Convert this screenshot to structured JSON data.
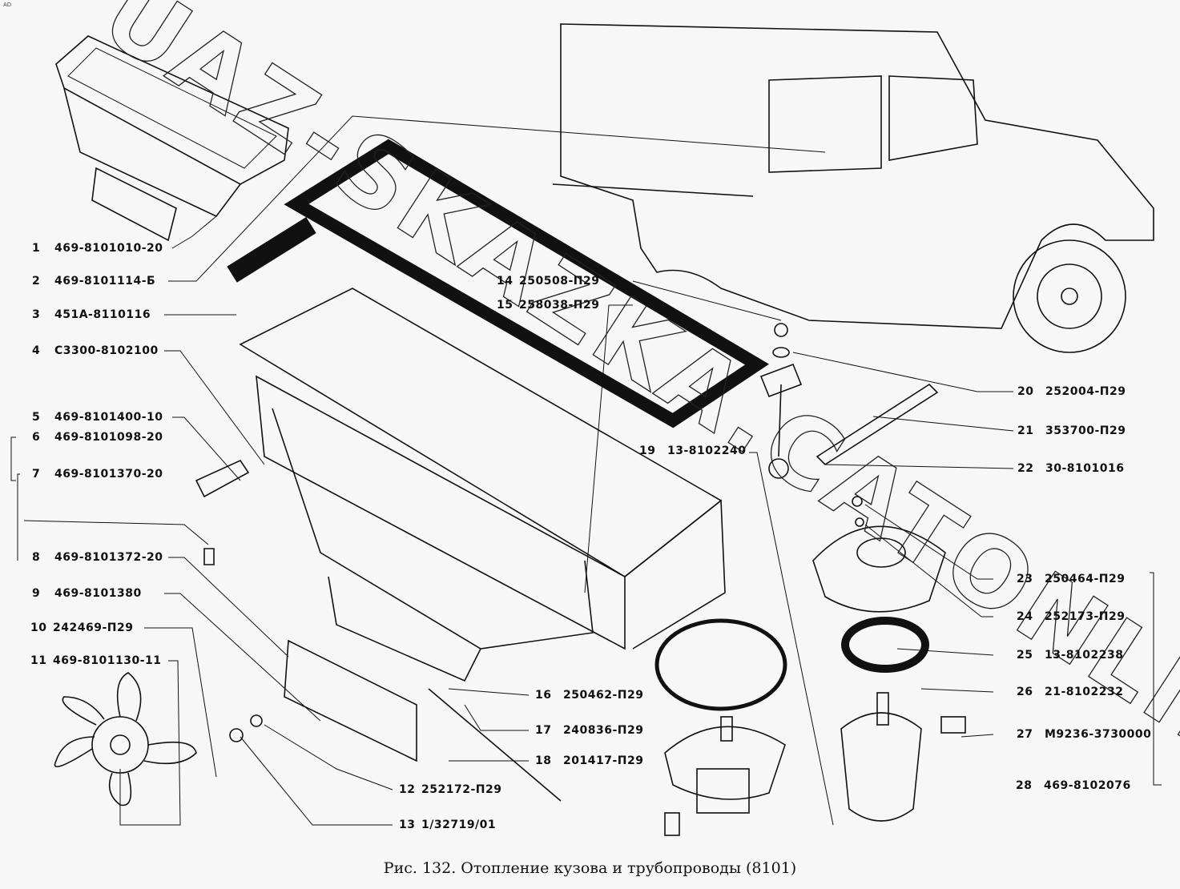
{
  "corner_mark": "AD",
  "watermark": "UAZ-SKAZKA.CATONLINE",
  "caption": "Рис. 132. Отопление кузова и трубопроводы (8101)",
  "parts": [
    {
      "num": "1",
      "code": "469-8101010-20"
    },
    {
      "num": "2",
      "code": "469-8101114-Б"
    },
    {
      "num": "3",
      "code": "451А-8110116"
    },
    {
      "num": "4",
      "code": "С3300-8102100"
    },
    {
      "num": "5",
      "code": "469-8101400-10"
    },
    {
      "num": "6",
      "code": "469-8101098-20"
    },
    {
      "num": "7",
      "code": "469-8101370-20"
    },
    {
      "num": "8",
      "code": "469-8101372-20"
    },
    {
      "num": "9",
      "code": "469-8101380"
    },
    {
      "num": "10",
      "code": "242469-П29"
    },
    {
      "num": "11",
      "code": "469-8101130-11"
    },
    {
      "num": "12",
      "code": "252172-П29"
    },
    {
      "num": "13",
      "code": "1/32719/01"
    },
    {
      "num": "14",
      "code": "250508-П29"
    },
    {
      "num": "15",
      "code": "258038-П29"
    },
    {
      "num": "16",
      "code": "250462-П29"
    },
    {
      "num": "17",
      "code": "240836-П29"
    },
    {
      "num": "18",
      "code": "201417-П29"
    },
    {
      "num": "19",
      "code": "13-8102240"
    },
    {
      "num": "20",
      "code": "252004-П29"
    },
    {
      "num": "21",
      "code": "353700-П29"
    },
    {
      "num": "22",
      "code": "30-8101016"
    },
    {
      "num": "23",
      "code": "250464-П29"
    },
    {
      "num": "24",
      "code": "252173-П29"
    },
    {
      "num": "25",
      "code": "13-8102238"
    },
    {
      "num": "26",
      "code": "21-8102232"
    },
    {
      "num": "27",
      "code": "М9236-3730000"
    },
    {
      "num": "28",
      "code": "469-8102076"
    }
  ]
}
